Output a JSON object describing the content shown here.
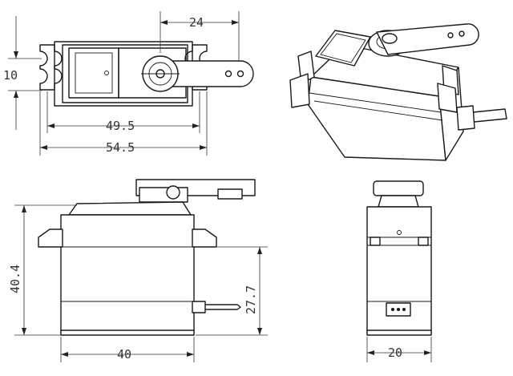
{
  "dimensions": {
    "top_view_horn_offset": "24",
    "top_view_tab_width": "10",
    "top_view_mount_hole_spacing": "49.5",
    "top_view_overall_length": "54.5",
    "front_view_height": "40.4",
    "front_view_mount_height": "27.7",
    "front_view_body_length": "40",
    "side_view_width": "20"
  },
  "colors": {
    "line": "#1a1a1a",
    "dimension": "#333333",
    "background": "#ffffff"
  }
}
